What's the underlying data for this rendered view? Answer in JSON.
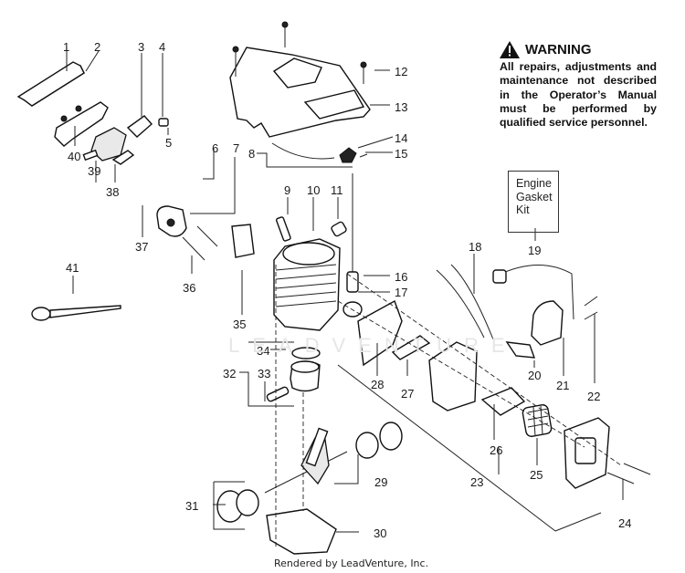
{
  "warning": {
    "icon": "warning-triangle-icon",
    "title": "WARNING",
    "text": "All repairs, adjustments and maintenance not described in the Operator’s Manual must be performed by qualified service personnel."
  },
  "kit_box": {
    "lines": [
      "Engine",
      "Gasket",
      "Kit"
    ],
    "callout": "19"
  },
  "watermark": "LEADVENTURE",
  "footer": "Rendered by LeadVenture, Inc.",
  "callouts": [
    "1",
    "2",
    "3",
    "4",
    "5",
    "6",
    "7",
    "8",
    "9",
    "10",
    "11",
    "12",
    "13",
    "14",
    "15",
    "16",
    "17",
    "18",
    "19",
    "20",
    "21",
    "22",
    "23",
    "24",
    "25",
    "26",
    "27",
    "28",
    "29",
    "30",
    "31",
    "32",
    "33",
    "34",
    "35",
    "36",
    "37",
    "38",
    "39",
    "40",
    "41"
  ]
}
